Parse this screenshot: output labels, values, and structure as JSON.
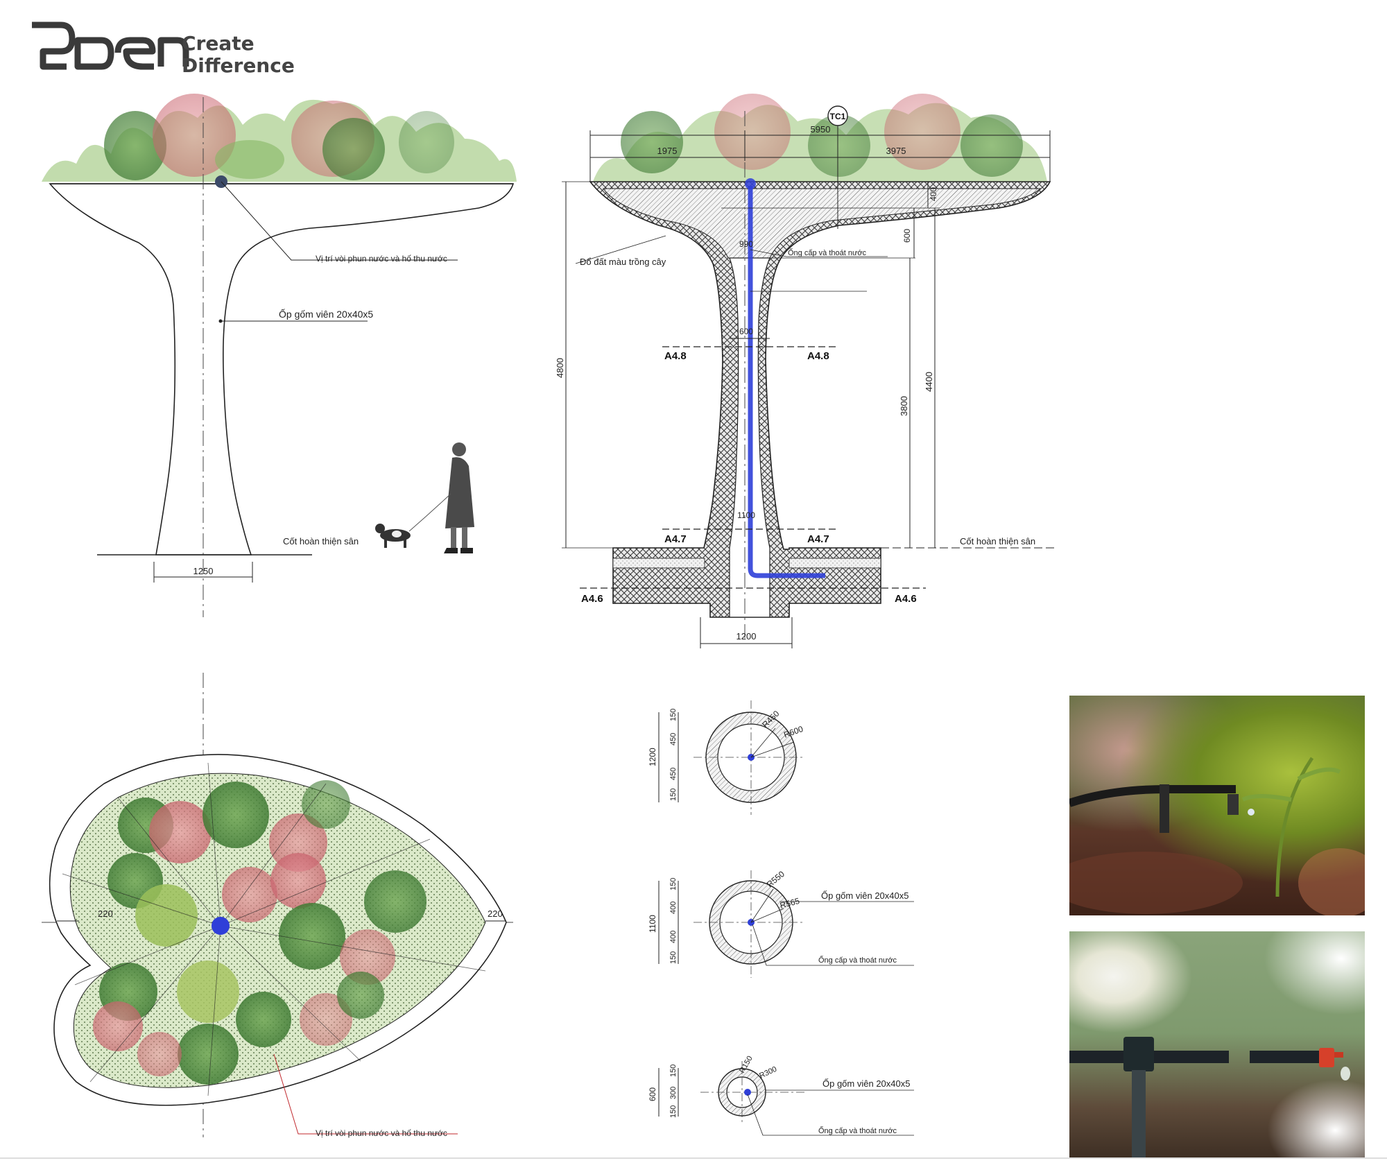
{
  "brand": {
    "logo_text": "EDEN",
    "tagline_1": "Create",
    "tagline_2": "Difference"
  },
  "elevation": {
    "note_sprinkler": "Vị trí vòi phun nước và hố thu nước",
    "note_cladding": "Ốp gốm viên 20x40x5",
    "note_floor": "Cốt hoàn thiện sân",
    "dim_base": "1250"
  },
  "section": {
    "tag": "TC1",
    "dim_total": "5950",
    "dim_left": "1975",
    "dim_right": "3975",
    "dim_400": "400",
    "dim_600_right": "600",
    "dim_990": "990",
    "dim_600_neck": "600",
    "dim_1100": "1100",
    "dim_1200": "1200",
    "dim_4800": "4800",
    "dim_3800": "3800",
    "dim_4400": "4400",
    "note_soil": "Đổ đất màu trồng cây",
    "note_pipe": "Ống cấp và thoát nước",
    "note_floor": "Cốt hoàn thiện sân",
    "cut_a48": "A4.8",
    "cut_a47": "A4.7",
    "cut_a46": "A4.6"
  },
  "plan": {
    "dim_left": "220",
    "dim_right": "220",
    "note_sprinkler": "Vị trí vòi phun nước và hố thu nước"
  },
  "sections_round": [
    {
      "overall": "1200",
      "d_top": "150",
      "d_a": "450",
      "d_b": "450",
      "d_bot": "150",
      "r_in": "R450",
      "r_out": "R600"
    },
    {
      "overall": "1100",
      "d_top": "150",
      "d_a": "400",
      "d_b": "400",
      "d_bot": "150",
      "r_in": "R550",
      "r_out": "R565",
      "note_cladding": "Ốp gốm viên 20x40x5",
      "note_pipe": "Ống cấp và thoát nước"
    },
    {
      "overall": "600",
      "d_top": "150",
      "d_a": "300",
      "d_bot": "150",
      "r_in": "R150",
      "r_out": "R300",
      "note_cladding": "Ốp gốm viên 20x40x5",
      "note_pipe": "Ống cấp và thoát nước"
    }
  ],
  "colors": {
    "pipe": "#2f3fd8",
    "hatch": "#333333",
    "greenery": "#5c9a48",
    "blossom": "#d97a80"
  }
}
